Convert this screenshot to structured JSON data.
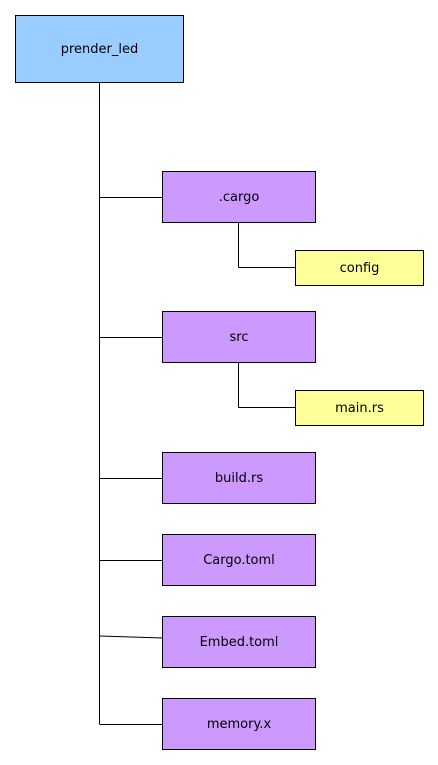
{
  "colors": {
    "root": "#99ccff",
    "folder": "#cc99ff",
    "file": "#ffff99",
    "line": "#000000"
  },
  "tree": {
    "root": {
      "label": "prender_led"
    },
    "children": [
      {
        "label": ".cargo",
        "children": [
          {
            "label": "config"
          }
        ]
      },
      {
        "label": "src",
        "children": [
          {
            "label": "main.rs"
          }
        ]
      },
      {
        "label": "build.rs"
      },
      {
        "label": "Cargo.toml"
      },
      {
        "label": "Embed.toml"
      },
      {
        "label": "memory.x"
      }
    ]
  }
}
